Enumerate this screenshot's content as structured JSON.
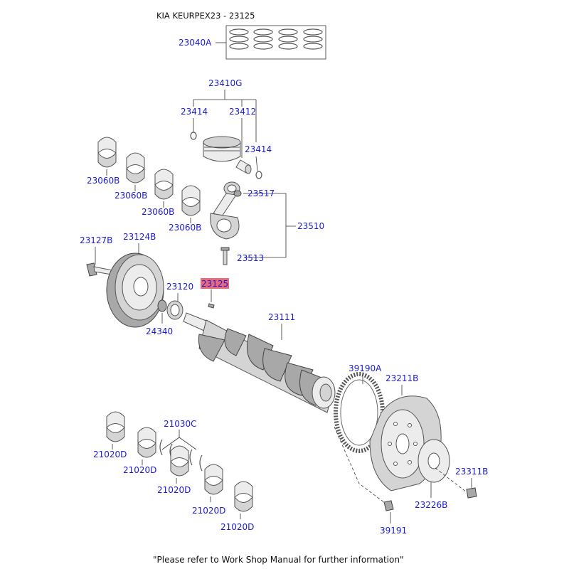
{
  "header": {
    "title": "KIA KEURPEX23 - 23125"
  },
  "footer": {
    "note": "\"Please refer to Work Shop Manual for further information\""
  },
  "highlight_color": "#e8697a",
  "label_color": "#1b1bd9",
  "labels": {
    "l23040A": "23040A",
    "l23410G": "23410G",
    "l23414a": "23414",
    "l23412": "23412",
    "l23414b": "23414",
    "l23060B_1": "23060B",
    "l23060B_2": "23060B",
    "l23060B_3": "23060B",
    "l23060B_4": "23060B",
    "l23517": "23517",
    "l23510": "23510",
    "l23513": "23513",
    "l23127B": "23127B",
    "l23124B": "23124B",
    "l23120": "23120",
    "l23125": "23125",
    "l24340": "24340",
    "l23111": "23111",
    "l39190A": "39190A",
    "l23211B": "23211B",
    "l21030C": "21030C",
    "l21020D_1": "21020D",
    "l21020D_2": "21020D",
    "l21020D_3": "21020D",
    "l21020D_4": "21020D",
    "l21020D_5": "21020D",
    "l23311B": "23311B",
    "l23226B": "23226B",
    "l39191": "39191"
  }
}
